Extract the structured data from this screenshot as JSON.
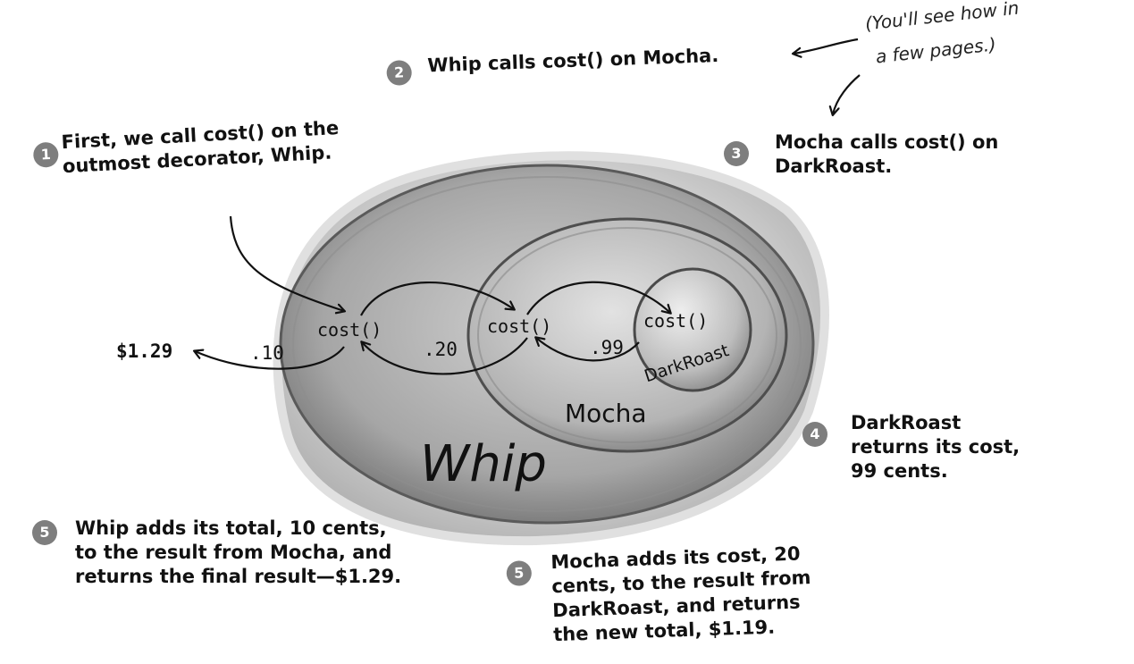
{
  "steps": [
    {
      "number": "1",
      "text": "First, we call cost() on the\noutmost decorator, Whip."
    },
    {
      "number": "2",
      "text": "Whip calls cost() on Mocha."
    },
    {
      "number": "3",
      "text": "Mocha calls cost() on\nDarkRoast."
    },
    {
      "number": "4",
      "text": "DarkRoast\nreturns its cost,\n99 cents."
    },
    {
      "number": "5",
      "text": "Whip adds its total, 10 cents,\nto the result from Mocha, and\nreturns the final result—$1.29."
    },
    {
      "number": "5",
      "text": "Mocha adds its cost, 20\ncents, to the result from\nDarkRoast, and returns\nthe new total, $1.19."
    }
  ],
  "note": {
    "line1": "(You'll see how in",
    "line2": "a few pages.)"
  },
  "diagram": {
    "whip_label": "Whip",
    "mocha_label": "Mocha",
    "darkroast_label": "DarkRoast",
    "method_label": "cost()",
    "final_result": "$1.29",
    "whip_value": ".10",
    "mocha_value": ".20",
    "darkroast_value": ".99"
  },
  "colors": {
    "badge": "#7e7e7e",
    "text": "#111111"
  }
}
